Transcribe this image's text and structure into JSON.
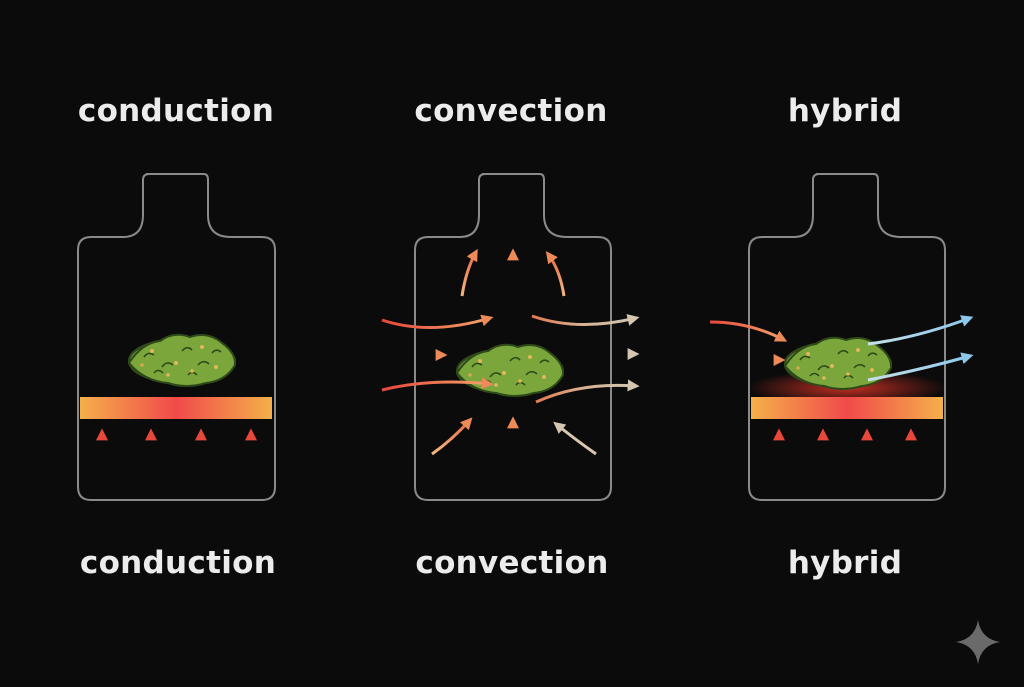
{
  "panels": [
    {
      "title": "conduction",
      "caption": "conduction"
    },
    {
      "title": "convection",
      "caption": "convection"
    },
    {
      "title": "hybrid",
      "caption": "hybrid"
    }
  ],
  "colors": {
    "background": "#0b0b0b",
    "vessel_outline": "#8a8a8a",
    "text": "#ececec",
    "heat_red": "#e8483c",
    "heat_orange": "#f09a5c",
    "plate_orange": "#f5b04a",
    "plate_red": "#f04a4a",
    "vapor_beige": "#d4c6b0",
    "vapor_blue": "#8cc8ec",
    "herb_green": "#6d9a3a",
    "herb_dark": "#2f4a1a"
  },
  "icons": {
    "watermark": "sparkle-icon",
    "material": "herb-bud-icon"
  }
}
